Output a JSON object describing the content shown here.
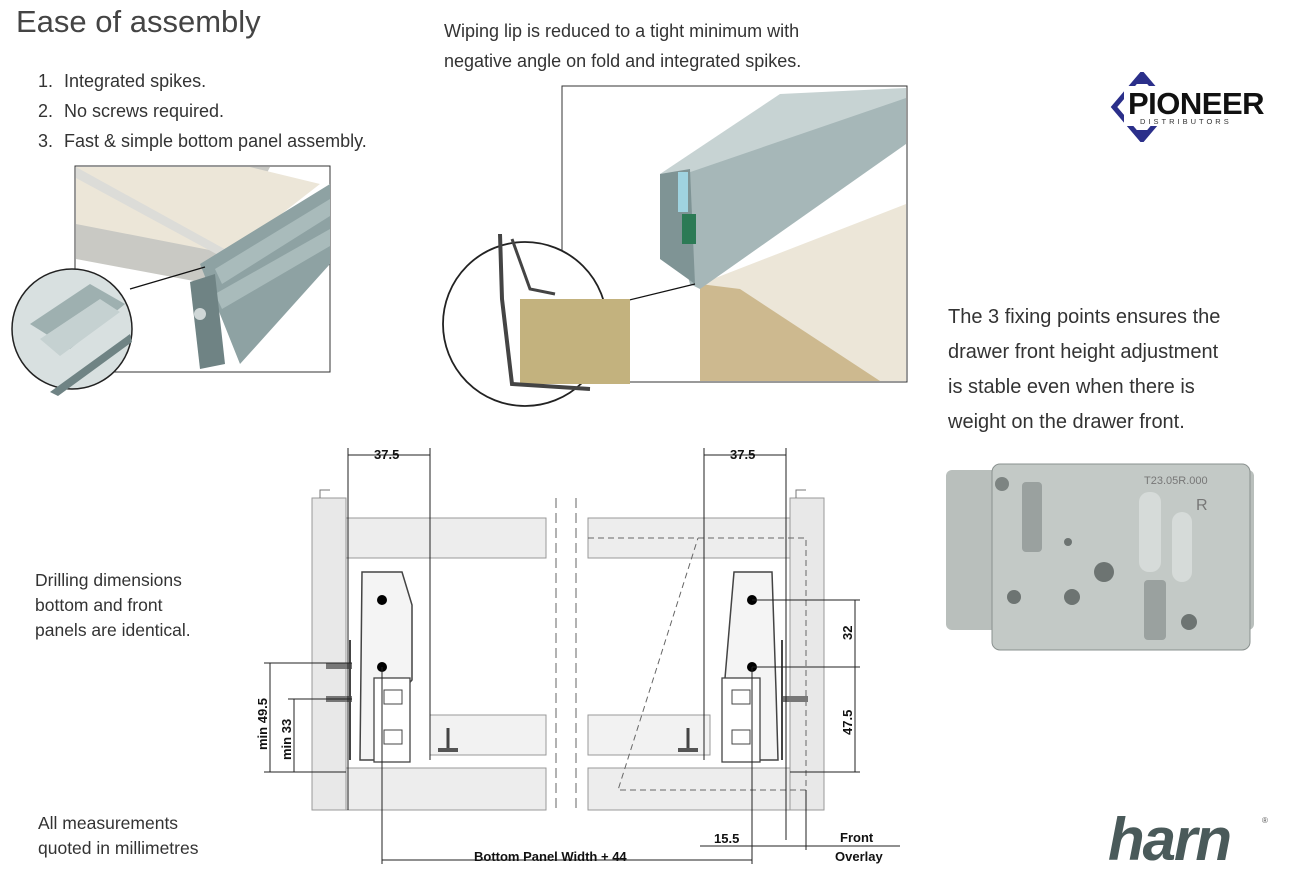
{
  "heading": "Ease of assembly",
  "steps": [
    {
      "num": "1.",
      "text": "Integrated spikes."
    },
    {
      "num": "2.",
      "text": "No screws required."
    },
    {
      "num": "3.",
      "text": "Fast & simple bottom panel assembly."
    }
  ],
  "wiping_lip": {
    "line1": "Wiping lip is reduced to a tight minimum with",
    "line2": "negative angle on fold and integrated spikes."
  },
  "logo": {
    "name": "PIONEER",
    "sub": "DISTRIBUTORS"
  },
  "fixing_points": {
    "line1": "The 3 fixing points ensures the",
    "line2": "drawer front height adjustment",
    "line3": "is stable even when there is",
    "line4": "weight on the drawer front."
  },
  "drilling": {
    "line1": "Drilling dimensions",
    "line2": "bottom and front",
    "line3": "panels are identical."
  },
  "measurements": {
    "line1": "All measurements",
    "line2": "quoted in millimetres"
  },
  "bracket_code": {
    "line1": "T23.05R.000",
    "line2": "R"
  },
  "dimensions": {
    "left_top": "37.5",
    "right_top": "37.5",
    "min_49_5": "min 49.5",
    "min_33": "min 33",
    "d32": "32",
    "d47_5": "47.5",
    "d15_5": "15.5",
    "bottom_width": "Bottom Panel Width + 44",
    "front": "Front",
    "overlay": "Overlay"
  },
  "brand": "harn",
  "colors": {
    "metal": "#8fa3a3",
    "metal_dark": "#5f7373",
    "board": "#efe9dc",
    "chip": "#d8c8a0",
    "panel": "#e8e8e8"
  }
}
